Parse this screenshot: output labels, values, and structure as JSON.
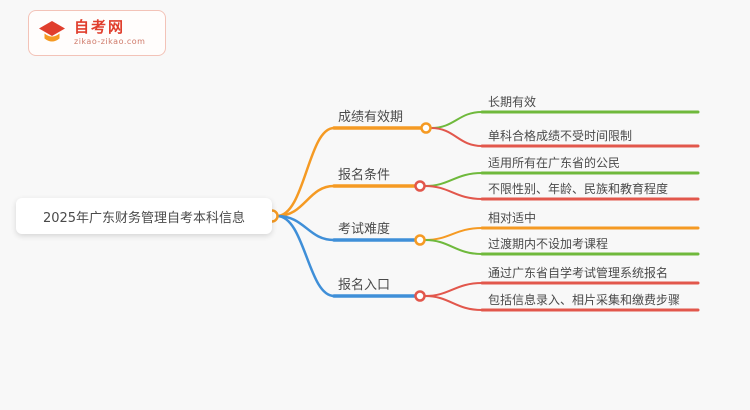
{
  "page": {
    "background": "#f8f8f8"
  },
  "palette": {
    "orange": "#f59a23",
    "green": "#6fb93c",
    "red": "#e2574c",
    "blue": "#3f8fd8",
    "brand_red": "#e03e2d",
    "brand_orange": "#f59a23"
  },
  "logo": {
    "site_name": "自考网",
    "site_domain": "zikao-zikao.com",
    "icon": "graduation-cap-icon"
  },
  "mindmap": {
    "root": {
      "label": "2025年广东财务管理自考本科信息"
    },
    "branches": [
      {
        "label": "成绩有效期",
        "color": "#f59a23",
        "leaves": [
          {
            "text": "长期有效",
            "color": "#6fb93c"
          },
          {
            "text": "单科合格成绩不受时间限制",
            "color": "#e2574c"
          }
        ]
      },
      {
        "label": "报名条件",
        "color": "#f59a23",
        "leaves": [
          {
            "text": "适用所有在广东省的公民",
            "color": "#6fb93c"
          },
          {
            "text": "不限性别、年龄、民族和教育程度",
            "color": "#e2574c"
          }
        ]
      },
      {
        "label": "考试难度",
        "color": "#3f8fd8",
        "leaves": [
          {
            "text": "相对适中",
            "color": "#f59a23"
          },
          {
            "text": "过渡期内不设加考课程",
            "color": "#6fb93c"
          }
        ]
      },
      {
        "label": "报名入口",
        "color": "#3f8fd8",
        "leaves": [
          {
            "text": "通过广东省自学考试管理系统报名",
            "color": "#e2574c"
          },
          {
            "text": "包括信息录入、相片采集和缴费步骤",
            "color": "#e2574c"
          }
        ]
      }
    ]
  }
}
